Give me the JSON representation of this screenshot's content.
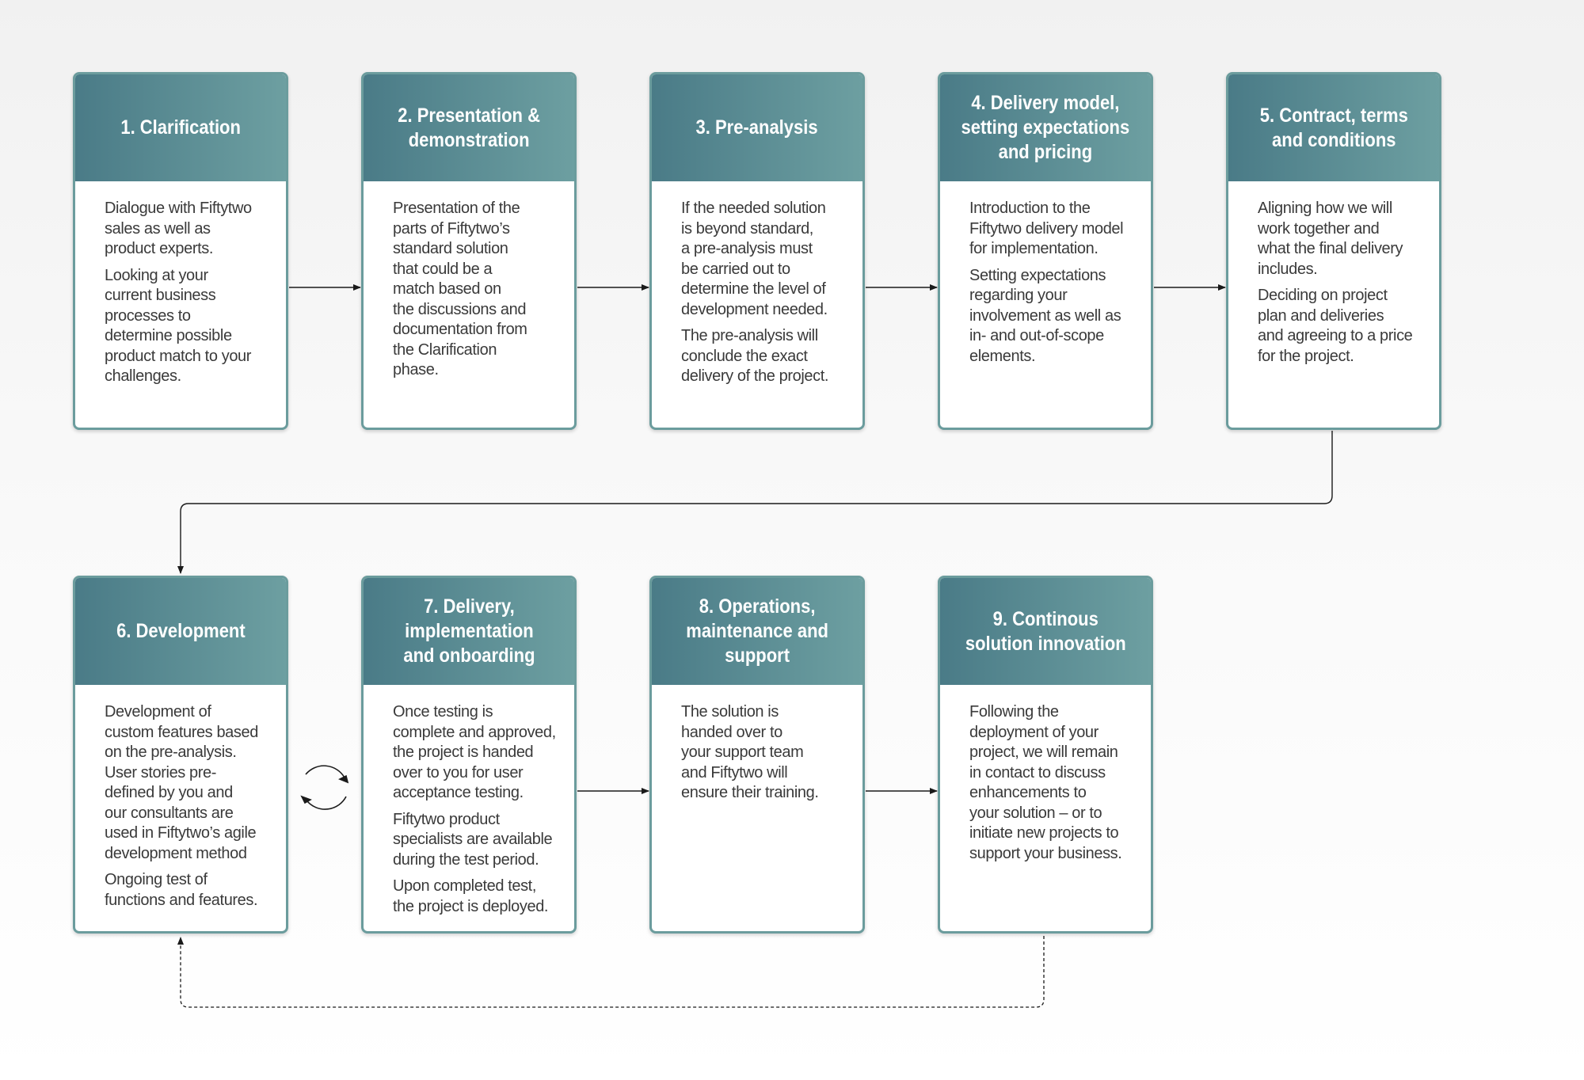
{
  "steps": [
    {
      "title": "1. Clarification",
      "paragraphs": [
        "Dialogue with Fiftytwo\nsales as well as\nproduct experts.",
        "Looking at your\ncurrent business\nprocesses to\ndetermine possible\nproduct match to your\nchallenges."
      ]
    },
    {
      "title": "2. Presentation &\ndemonstration",
      "paragraphs": [
        "Presentation of the\nparts of Fiftytwo’s\nstandard solution\nthat could be a\nmatch based on\nthe discussions and\ndocumentation from\nthe Clarification\nphase."
      ]
    },
    {
      "title": "3. Pre-analysis",
      "paragraphs": [
        "If the needed solution\nis beyond standard,\na pre-analysis must\nbe carried out to\ndetermine the level of\ndevelopment needed.",
        "The pre-analysis will\nconclude the exact\ndelivery of the project."
      ]
    },
    {
      "title": "4. Delivery model,\nsetting expectations\nand pricing",
      "paragraphs": [
        "Introduction to the\nFiftytwo delivery model\nfor implementation.",
        "Setting expectations\nregarding your\ninvolvement as well as\nin- and out-of-scope\nelements."
      ]
    },
    {
      "title": "5. Contract, terms\nand conditions",
      "paragraphs": [
        "Aligning how we will\nwork together and\nwhat the final delivery\nincludes.",
        "Deciding on project\nplan and deliveries\nand agreeing to a price\nfor the project."
      ]
    },
    {
      "title": "6. Development",
      "paragraphs": [
        "Development of\ncustom features based\non the pre-analysis.\nUser stories pre-\ndefined by you and\nour consultants are\nused in Fiftytwo’s agile\ndevelopment method",
        "Ongoing test of\nfunctions and features."
      ]
    },
    {
      "title": "7. Delivery,\nimplementation\nand onboarding",
      "paragraphs": [
        "Once testing is\ncomplete and approved,\nthe project is handed\nover to you for user\nacceptance testing.",
        "Fiftytwo product\nspecialists are available\nduring the test period.",
        "Upon completed test,\nthe project is deployed."
      ]
    },
    {
      "title": "8. Operations,\nmaintenance and\nsupport",
      "paragraphs": [
        "The solution is\nhanded over to\nyour support team\nand Fiftytwo will\nensure their training."
      ]
    },
    {
      "title": "9. Continous\nsolution innovation",
      "paragraphs": [
        "Following the\ndeployment of your\nproject, we will remain\nin contact to discuss\nenhancements to\nyour solution – or to\ninitiate new projects to\nsupport your business."
      ]
    }
  ],
  "colors": {
    "header_start": "#4a7b87",
    "header_end": "#6d9fa1",
    "border": "#6b9c9d",
    "connector": "#1a1a1a"
  },
  "icons": {
    "iteration": "cycle-arrows-icon"
  }
}
